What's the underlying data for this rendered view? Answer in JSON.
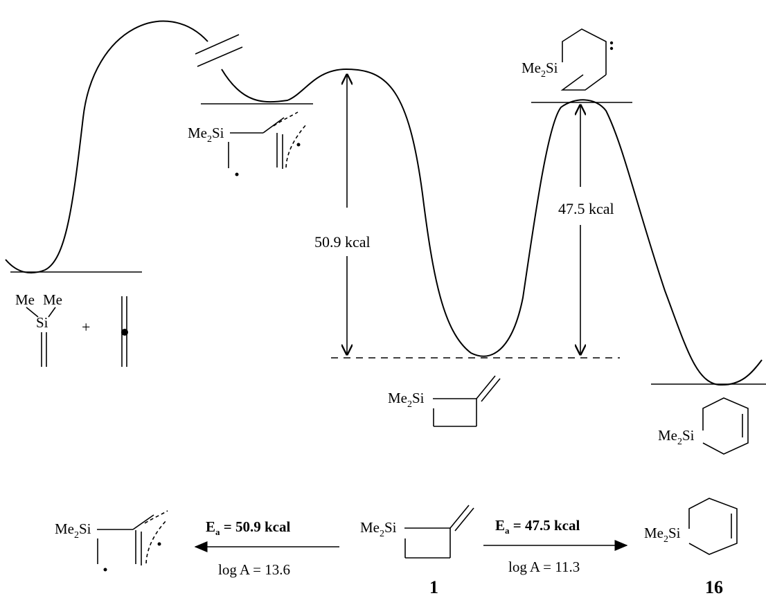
{
  "energy_diagram": {
    "barrier_left_label": "50.9 kcal",
    "barrier_right_label": "47.5 kcal"
  },
  "structures": {
    "me": "Me",
    "si": "Si",
    "plus": "+",
    "me2si": "Me",
    "me2si_sub": "2",
    "me2si_tail": "Si"
  },
  "scheme": {
    "left_arrow_top": "E",
    "left_arrow_top_sub": "a",
    "left_arrow_top_rest": " = 50.9 kcal",
    "left_arrow_bottom": "log A = 13.6",
    "right_arrow_top": "E",
    "right_arrow_top_sub": "a",
    "right_arrow_top_rest": " = 47.5 kcal",
    "right_arrow_bottom": "log A = 11.3",
    "compound_center": "1",
    "compound_right": "16"
  }
}
